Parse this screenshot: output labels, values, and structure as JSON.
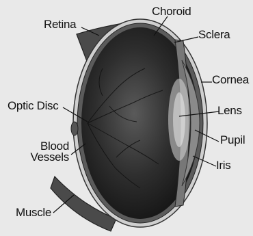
{
  "diagram": {
    "labels": {
      "retina": "Retina",
      "choroid": "Choroid",
      "sclera": "Sclera",
      "cornea": "Cornea",
      "optic_disc": "Optic Disc",
      "lens": "Lens",
      "pupil": "Pupil",
      "blood_vessels_line1": "Blood",
      "blood_vessels_line2": "Vessels",
      "iris": "Iris",
      "muscle": "Muscle"
    },
    "colors": {
      "background": "#e9e9e9",
      "eyeball_dark": "#1c1c1c",
      "sclera_band": "#cfcfcf",
      "muscle": "#4a4a4a"
    }
  }
}
